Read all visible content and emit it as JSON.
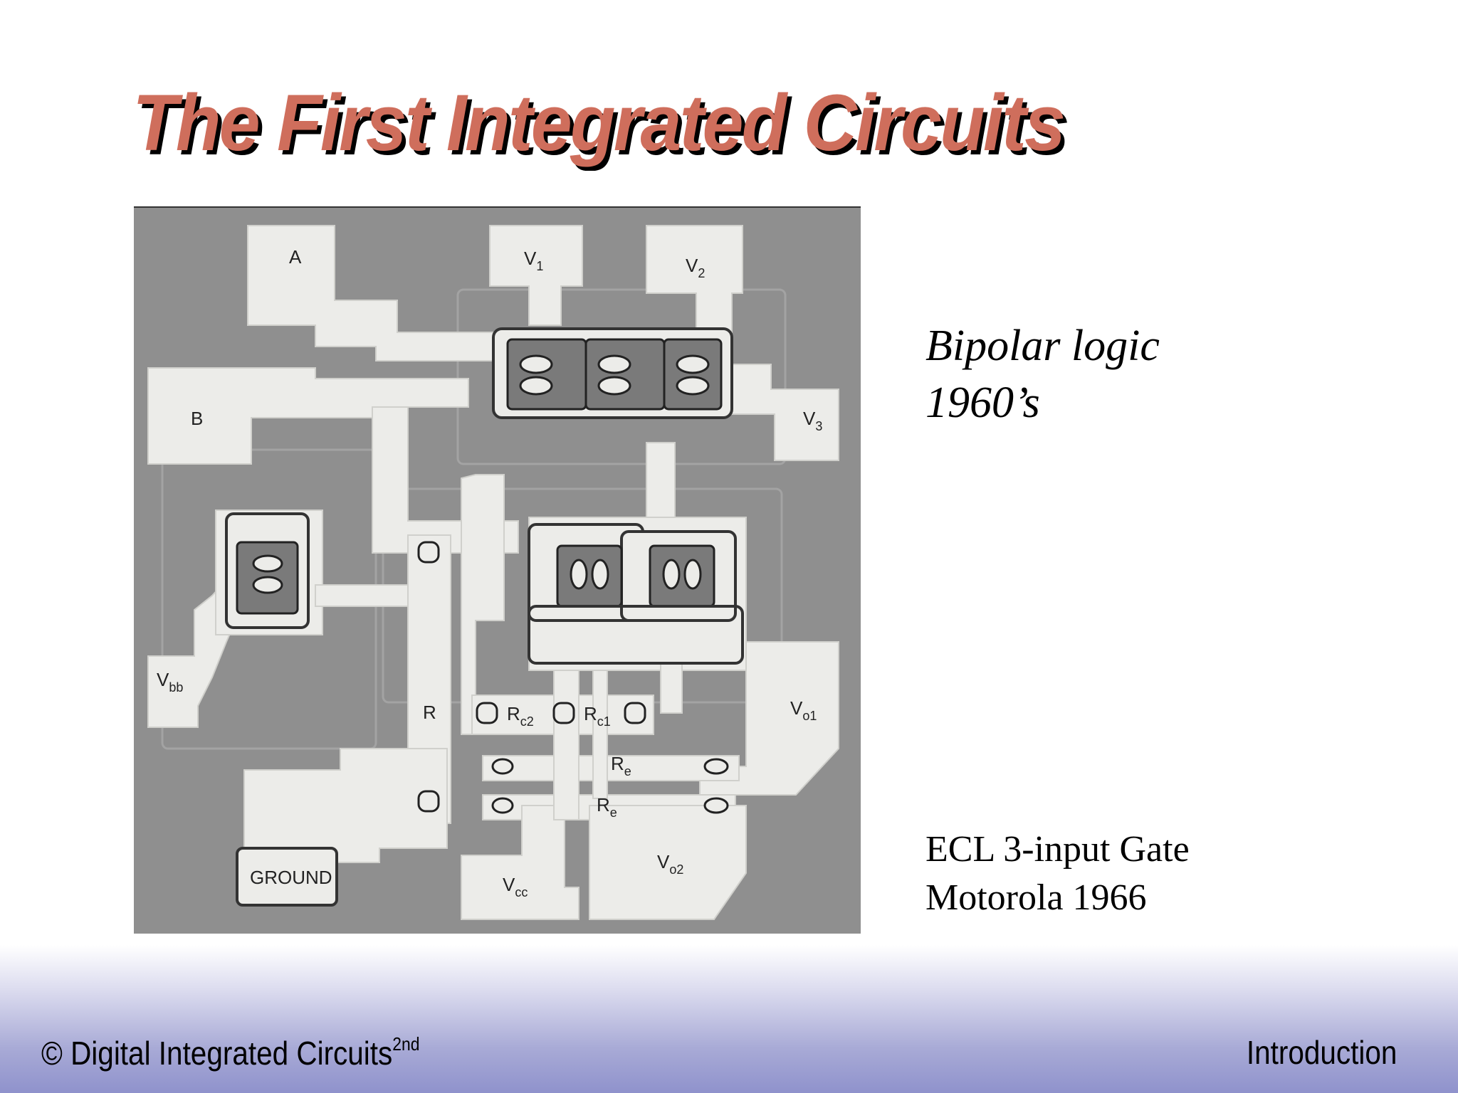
{
  "slide": {
    "title": "The First Integrated Circuits",
    "subtitle_line1": "Bipolar logic",
    "subtitle_line2": "1960’s",
    "caption_line1": "ECL 3-input Gate",
    "caption_line2": "Motorola 1966"
  },
  "chip_labels": {
    "a": "A",
    "b": "B",
    "v1": "V",
    "v1_sub": "1",
    "v2": "V",
    "v2_sub": "2",
    "v3": "V",
    "v3_sub": "3",
    "vbb": "V",
    "vbb_sub": "bb",
    "r": "R",
    "rc2": "R",
    "rc2_sub": "c2",
    "rc1": "R",
    "rc1_sub": "c1",
    "re1": "R",
    "re1_sub": "e",
    "re2": "R",
    "re2_sub": "e",
    "vo1": "V",
    "vo1_sub": "o1",
    "vo2": "V",
    "vo2_sub": "o2",
    "vcc": "V",
    "vcc_sub": "cc",
    "ground": "GROUND"
  },
  "footer": {
    "left_text": "© Digital Integrated Circuits",
    "left_superscript": "2nd",
    "right_text": "Introduction"
  },
  "colors": {
    "title": "#cf6e5c",
    "title_shadow": "#000000",
    "footer_gradient_end": "#8f92cc",
    "chip_background": "#8f8f8f",
    "chip_metal": "#ececea"
  }
}
